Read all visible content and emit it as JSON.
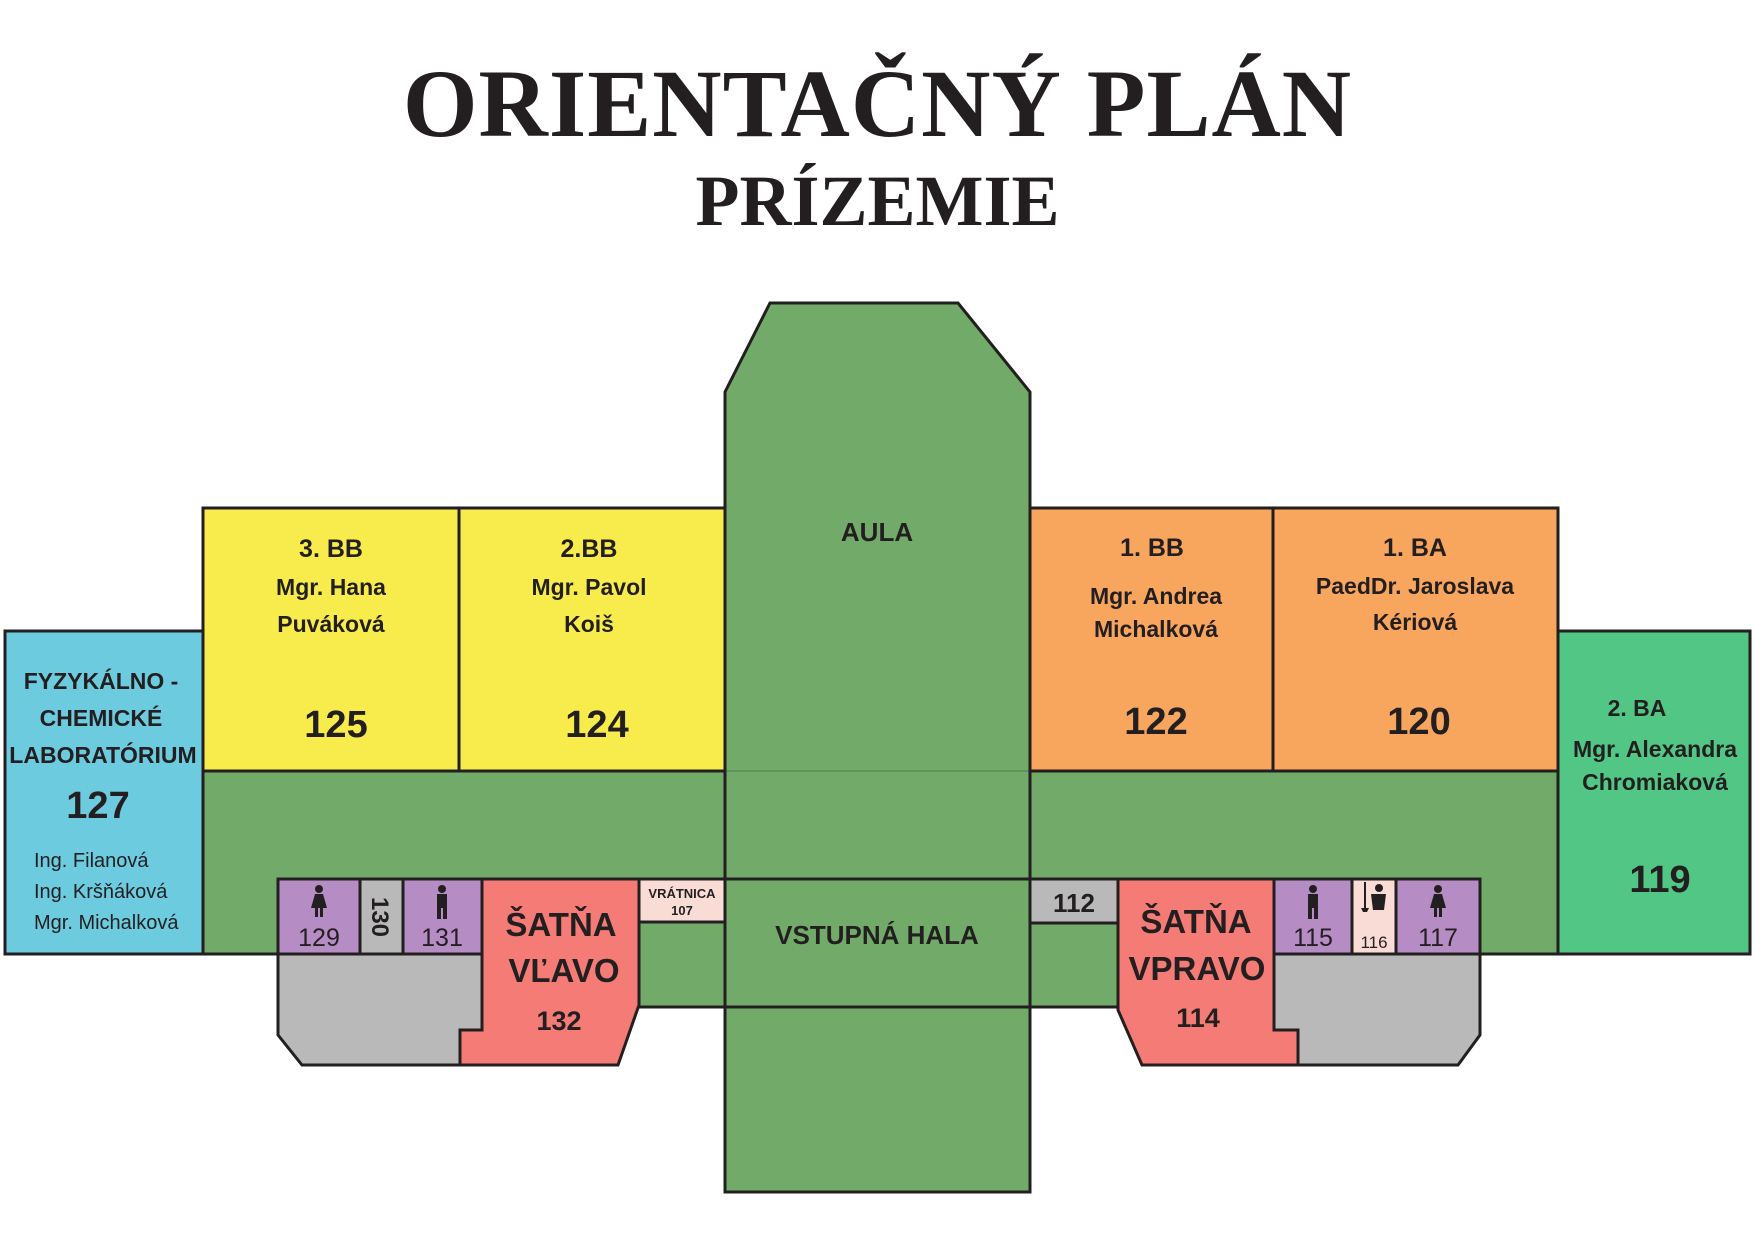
{
  "title": "ORIENTAČNÝ PLÁN",
  "subtitle": "PRÍZEMIE",
  "colors": {
    "green_hall": "#72ab69",
    "yellow": "#f7ec4b",
    "orange": "#f8a55e",
    "cyan": "#6dcbe0",
    "mint": "#52c684",
    "red": "#f47b76",
    "purple": "#b68cc5",
    "gray": "#b9b9b9",
    "pink": "#fadcd6",
    "outline": "#231f20"
  },
  "rooms": {
    "aula": {
      "label": "AULA"
    },
    "hala": {
      "label": "VSTUPNÁ HALA"
    },
    "r125": {
      "class": "3. BB",
      "teacher1": "Mgr. Hana",
      "teacher2": "Puváková",
      "number": "125"
    },
    "r124": {
      "class": "2.BB",
      "teacher1": "Mgr. Pavol",
      "teacher2": "Koiš",
      "number": "124"
    },
    "r122": {
      "class": "1. BB",
      "teacher1": "Mgr. Andrea",
      "teacher2": "Michalková",
      "number": "122"
    },
    "r120": {
      "class": "1. BA",
      "teacher1": "PaedDr. Jaroslava",
      "teacher2": "Kériová",
      "number": "120"
    },
    "r127": {
      "line1": "FYZYKÁLNO -",
      "line2": "CHEMICKÉ",
      "line3": "LABORATÓRIUM",
      "number": "127",
      "staff1": "Ing. Filanová",
      "staff2": "Ing. Kršňáková",
      "staff3": "Mgr. Michalková"
    },
    "r119": {
      "class": "2. BA",
      "teacher1": "Mgr. Alexandra",
      "teacher2": "Chromiaková",
      "number": "119"
    },
    "r132": {
      "line1": "ŠATŇA",
      "line2": "VĽAVO",
      "number": "132"
    },
    "r114": {
      "line1": "ŠATŇA",
      "line2": "VPRAVO",
      "number": "114"
    },
    "r107": {
      "line1": "VRÁTNICA",
      "number": "107"
    },
    "r129": {
      "number": "129",
      "icon": "female-wc-icon"
    },
    "r130": {
      "number": "130"
    },
    "r131": {
      "number": "131",
      "icon": "male-wc-icon"
    },
    "r112": {
      "number": "112"
    },
    "r115": {
      "number": "115",
      "icon": "male-wc-icon"
    },
    "r116": {
      "number": "116",
      "icon": "cleaning-bucket-icon"
    },
    "r117": {
      "number": "117",
      "icon": "female-wc-icon"
    }
  }
}
